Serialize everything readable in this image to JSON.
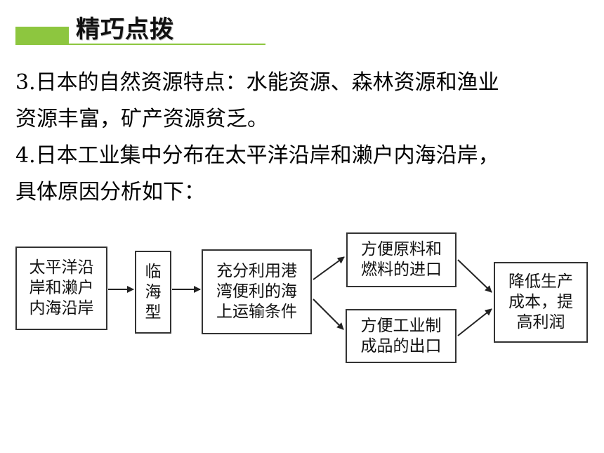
{
  "header": {
    "title": "精巧点拨",
    "accent_color": "#8dc63f"
  },
  "paragraphs": {
    "p1_line1": "3.日本的自然资源特点：水能资源、森林资源和渔业",
    "p1_line2": "资源丰富，矿产资源贫乏。",
    "p2_line1": "4.日本工业集中分布在太平洋沿岸和濑户内海沿岸，",
    "p2_line2": "具体原因分析如下："
  },
  "diagram": {
    "nodes": {
      "location": "太平洋沿\n岸和濑户\n内海沿岸",
      "type": "临\n海\n型",
      "transport": "充分利用港\n湾便利的海\n上运输条件",
      "import": "方便原料和\n燃料的进口",
      "export": "方便工业制\n成品的出口",
      "result": "降低生产\n成本，提\n高利润"
    },
    "edges": [
      [
        "location",
        "type"
      ],
      [
        "type",
        "transport"
      ],
      [
        "transport",
        "import"
      ],
      [
        "transport",
        "export"
      ],
      [
        "import",
        "result"
      ],
      [
        "export",
        "result"
      ]
    ]
  }
}
